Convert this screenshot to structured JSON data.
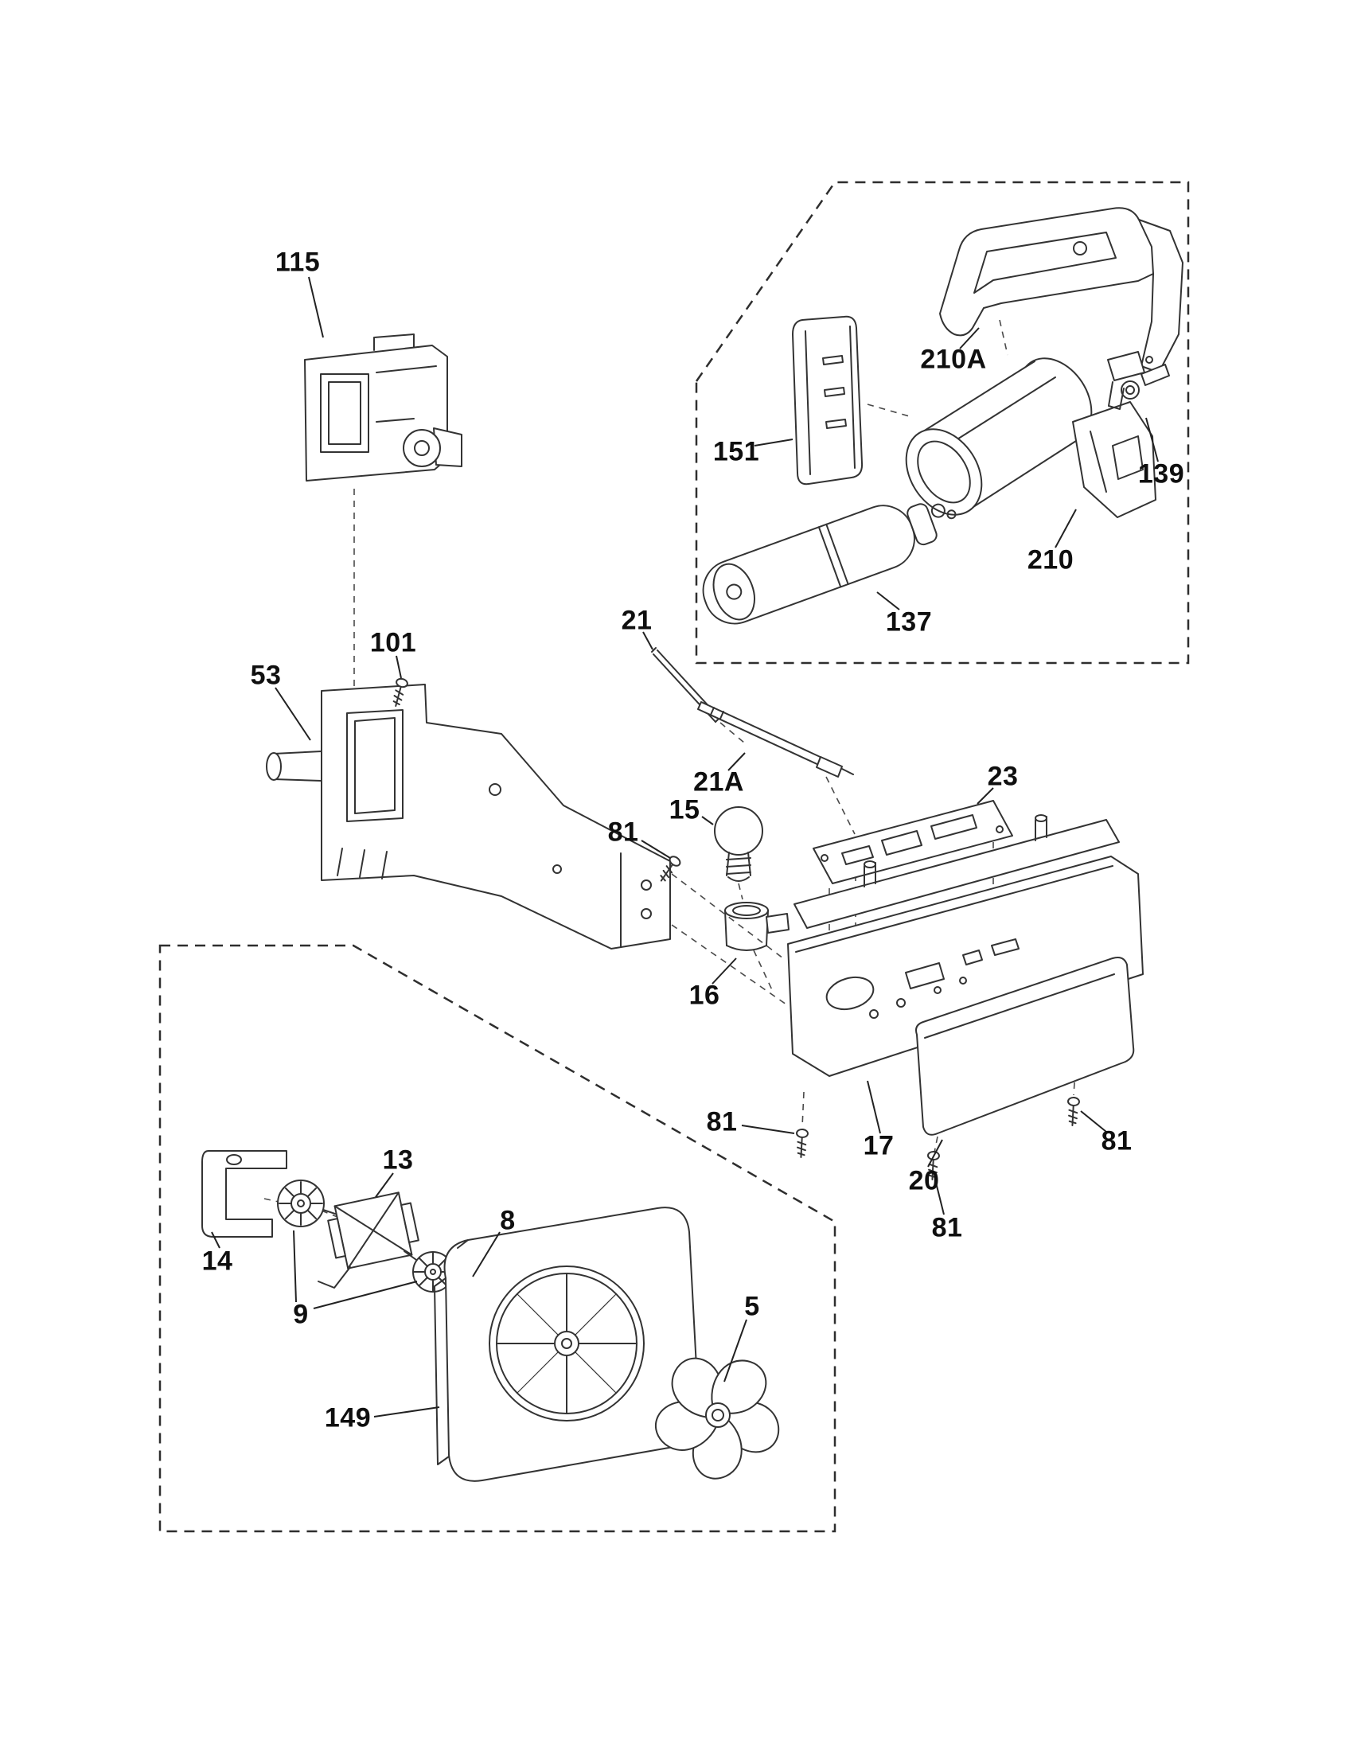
{
  "diagram": {
    "kind": "exploded-parts-diagram",
    "background_color": "#ffffff",
    "line_color": "#333333",
    "label_color": "#0f0f0f"
  },
  "callouts": [
    {
      "id": "115",
      "text": "115"
    },
    {
      "id": "210A",
      "text": "210A"
    },
    {
      "id": "151",
      "text": "151"
    },
    {
      "id": "139",
      "text": "139"
    },
    {
      "id": "210",
      "text": "210"
    },
    {
      "id": "137",
      "text": "137"
    },
    {
      "id": "21",
      "text": "21"
    },
    {
      "id": "101",
      "text": "101"
    },
    {
      "id": "53",
      "text": "53"
    },
    {
      "id": "21A",
      "text": "21A"
    },
    {
      "id": "23",
      "text": "23"
    },
    {
      "id": "15",
      "text": "15"
    },
    {
      "id": "81-1",
      "text": "81"
    },
    {
      "id": "16",
      "text": "16"
    },
    {
      "id": "81-2",
      "text": "81"
    },
    {
      "id": "17",
      "text": "17"
    },
    {
      "id": "20",
      "text": "20"
    },
    {
      "id": "81-3",
      "text": "81"
    },
    {
      "id": "81-4",
      "text": "81"
    },
    {
      "id": "14",
      "text": "14"
    },
    {
      "id": "13",
      "text": "13"
    },
    {
      "id": "9",
      "text": "9"
    },
    {
      "id": "8",
      "text": "8"
    },
    {
      "id": "149",
      "text": "149"
    },
    {
      "id": "5",
      "text": "5"
    }
  ]
}
